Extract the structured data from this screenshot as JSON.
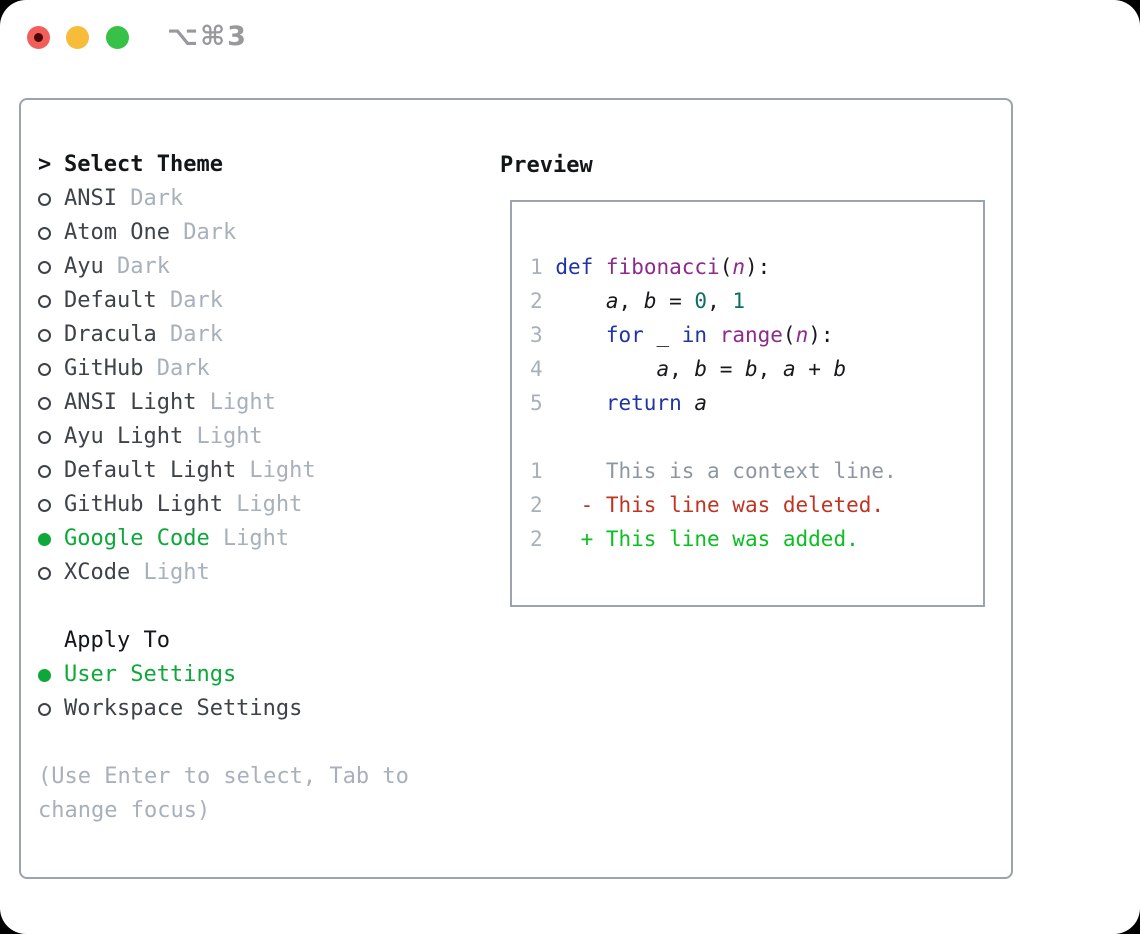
{
  "window": {
    "title": "⌥⌘3"
  },
  "colors": {
    "accent_green": "#0ea83a",
    "text_primary": "#131619",
    "text_item": "#3e434a",
    "text_muted": "#a7b0bb",
    "border": "#9aa3ae",
    "keyword": "#2134a6",
    "function": "#8d2a8d",
    "number_literal": "#0e6e64",
    "code_text": "#17191c",
    "line_number": "#a7b0bb",
    "diff_context": "#8d97a2",
    "diff_deleted": "#bf3422",
    "diff_added": "#0abf22",
    "titlebar_text": "#98989d",
    "traffic_red": "#f25f5a",
    "traffic_red_dot": "#4a0808",
    "traffic_yellow": "#f7bc3a",
    "traffic_green": "#37c146"
  },
  "theme_panel": {
    "header": {
      "prefix": ">",
      "label": "Select Theme"
    },
    "items": [
      {
        "name": "ANSI",
        "variant": "Dark",
        "selected": false
      },
      {
        "name": "Atom One",
        "variant": "Dark",
        "selected": false
      },
      {
        "name": "Ayu",
        "variant": "Dark",
        "selected": false
      },
      {
        "name": "Default",
        "variant": "Dark",
        "selected": false
      },
      {
        "name": "Dracula",
        "variant": "Dark",
        "selected": false
      },
      {
        "name": "GitHub",
        "variant": "Dark",
        "selected": false
      },
      {
        "name": "ANSI Light",
        "variant": "Light",
        "selected": false
      },
      {
        "name": "Ayu Light",
        "variant": "Light",
        "selected": false
      },
      {
        "name": "Default Light",
        "variant": "Light",
        "selected": false
      },
      {
        "name": "GitHub Light",
        "variant": "Light",
        "selected": false
      },
      {
        "name": "Google Code",
        "variant": "Light",
        "selected": true
      },
      {
        "name": "XCode",
        "variant": "Light",
        "selected": false
      }
    ],
    "apply_to": {
      "label": "Apply To",
      "options": [
        {
          "name": "User Settings",
          "selected": true
        },
        {
          "name": "Workspace Settings",
          "selected": false
        }
      ]
    },
    "help_lines": [
      "(Use Enter to select, Tab to",
      "change focus)"
    ]
  },
  "preview": {
    "title": "Preview",
    "lines": [
      {
        "type": "code-line",
        "num": "1",
        "segs": [
          {
            "t": " ",
            "c": "p"
          },
          {
            "t": "def",
            "c": "k"
          },
          {
            "t": " ",
            "c": "p"
          },
          {
            "t": "fibonacci",
            "c": "f"
          },
          {
            "t": "(",
            "c": "p"
          },
          {
            "t": "n",
            "c": "pv"
          },
          {
            "t": "):",
            "c": "p"
          }
        ]
      },
      {
        "type": "code-line",
        "num": "2",
        "segs": [
          {
            "t": "     ",
            "c": "p"
          },
          {
            "t": "a",
            "c": "v"
          },
          {
            "t": ", ",
            "c": "p"
          },
          {
            "t": "b",
            "c": "v"
          },
          {
            "t": " = ",
            "c": "p"
          },
          {
            "t": "0",
            "c": "n"
          },
          {
            "t": ", ",
            "c": "p"
          },
          {
            "t": "1",
            "c": "n"
          }
        ]
      },
      {
        "type": "code-line",
        "num": "3",
        "segs": [
          {
            "t": "     ",
            "c": "p"
          },
          {
            "t": "for",
            "c": "k"
          },
          {
            "t": " _ ",
            "c": "p"
          },
          {
            "t": "in",
            "c": "k"
          },
          {
            "t": " ",
            "c": "p"
          },
          {
            "t": "range",
            "c": "f"
          },
          {
            "t": "(",
            "c": "p"
          },
          {
            "t": "n",
            "c": "pv"
          },
          {
            "t": "):",
            "c": "p"
          }
        ]
      },
      {
        "type": "code-line",
        "num": "4",
        "segs": [
          {
            "t": "         ",
            "c": "p"
          },
          {
            "t": "a",
            "c": "v"
          },
          {
            "t": ", ",
            "c": "p"
          },
          {
            "t": "b",
            "c": "v"
          },
          {
            "t": " = ",
            "c": "p"
          },
          {
            "t": "b",
            "c": "v"
          },
          {
            "t": ", ",
            "c": "p"
          },
          {
            "t": "a",
            "c": "v"
          },
          {
            "t": " + ",
            "c": "p"
          },
          {
            "t": "b",
            "c": "v"
          }
        ]
      },
      {
        "type": "code-line",
        "num": "5",
        "segs": [
          {
            "t": "     ",
            "c": "p"
          },
          {
            "t": "return",
            "c": "k"
          },
          {
            "t": " ",
            "c": "p"
          },
          {
            "t": "a",
            "c": "v"
          }
        ]
      },
      {
        "type": "blank"
      },
      {
        "type": "diff-line-context",
        "num": "1",
        "segs": [
          {
            "t": "     This is a context line.",
            "c": "ctx"
          }
        ]
      },
      {
        "type": "diff-line-deleted",
        "num": "2",
        "segs": [
          {
            "t": "   - This line was deleted.",
            "c": "del"
          }
        ]
      },
      {
        "type": "diff-line-added",
        "num": "2",
        "segs": [
          {
            "t": "   + This line was added.",
            "c": "add"
          }
        ]
      }
    ]
  }
}
